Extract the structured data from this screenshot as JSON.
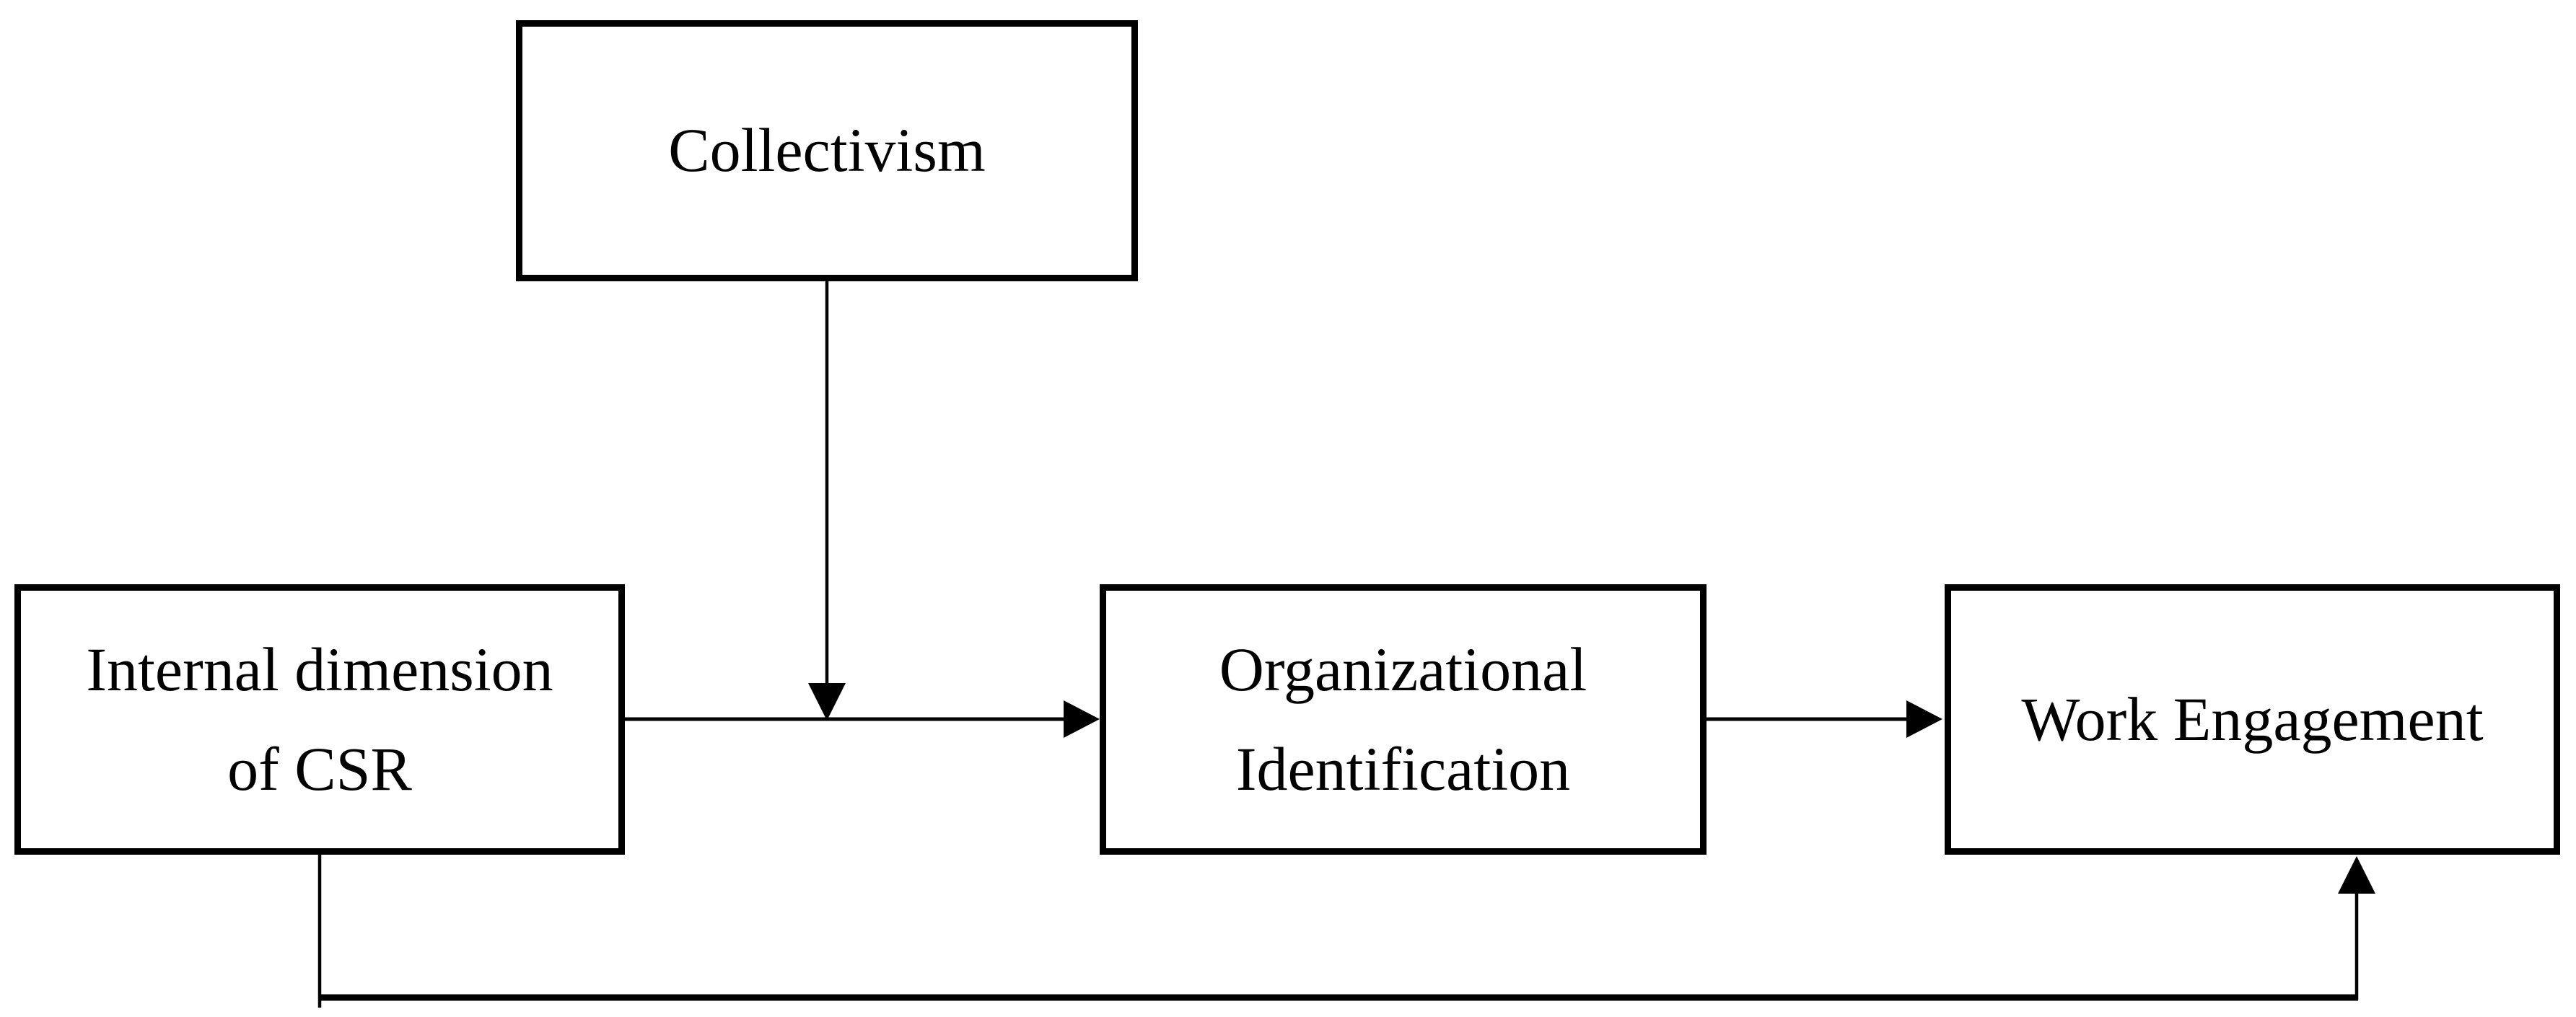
{
  "diagram": {
    "background_color": "#ffffff",
    "ink_color": "#000000",
    "nodes": {
      "collectivism": {
        "label": "Collectivism"
      },
      "internal_csr": {
        "lines": [
          "Internal dimension",
          "of CSR"
        ]
      },
      "org_identification": {
        "lines": [
          "Organizational",
          "Identification"
        ]
      },
      "work_engagement": {
        "label": "Work Engagement"
      }
    },
    "edges": [
      {
        "from": "Internal dimension of CSR",
        "to": "Organizational Identification",
        "type": "direct-arrow"
      },
      {
        "from": "Organizational Identification",
        "to": "Work Engagement",
        "type": "direct-arrow"
      },
      {
        "from": "Collectivism",
        "to": "arrow between Internal dimension of CSR and Organizational Identification",
        "type": "moderation-arrow"
      },
      {
        "from": "Internal dimension of CSR",
        "to": "Work Engagement",
        "type": "direct-arrow-bottom-path"
      }
    ]
  }
}
